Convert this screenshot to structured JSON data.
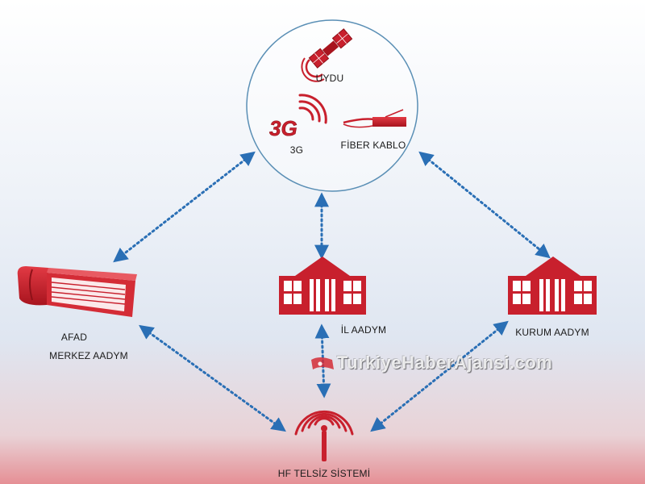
{
  "nodes": {
    "uydu": {
      "label": "UYDU"
    },
    "g3": {
      "label": "3G",
      "icon_text": "3G"
    },
    "fiber": {
      "label": "FİBER KABLO"
    },
    "afad": {
      "label_line1": "AFAD",
      "label_line2": "MERKEZ AADYM"
    },
    "il": {
      "label": "İL AADYM"
    },
    "kurum": {
      "label": "KURUM AADYM"
    },
    "hf": {
      "label": "HF TELSİZ SİSTEMİ"
    }
  },
  "watermark": {
    "text": "TurkiyeHaberAjansi.com"
  },
  "colors": {
    "accent": "#c8202d",
    "accent_dark": "#8e1119",
    "arrow": "#2a6fb5",
    "circle_stroke": "#5a8fb5"
  }
}
